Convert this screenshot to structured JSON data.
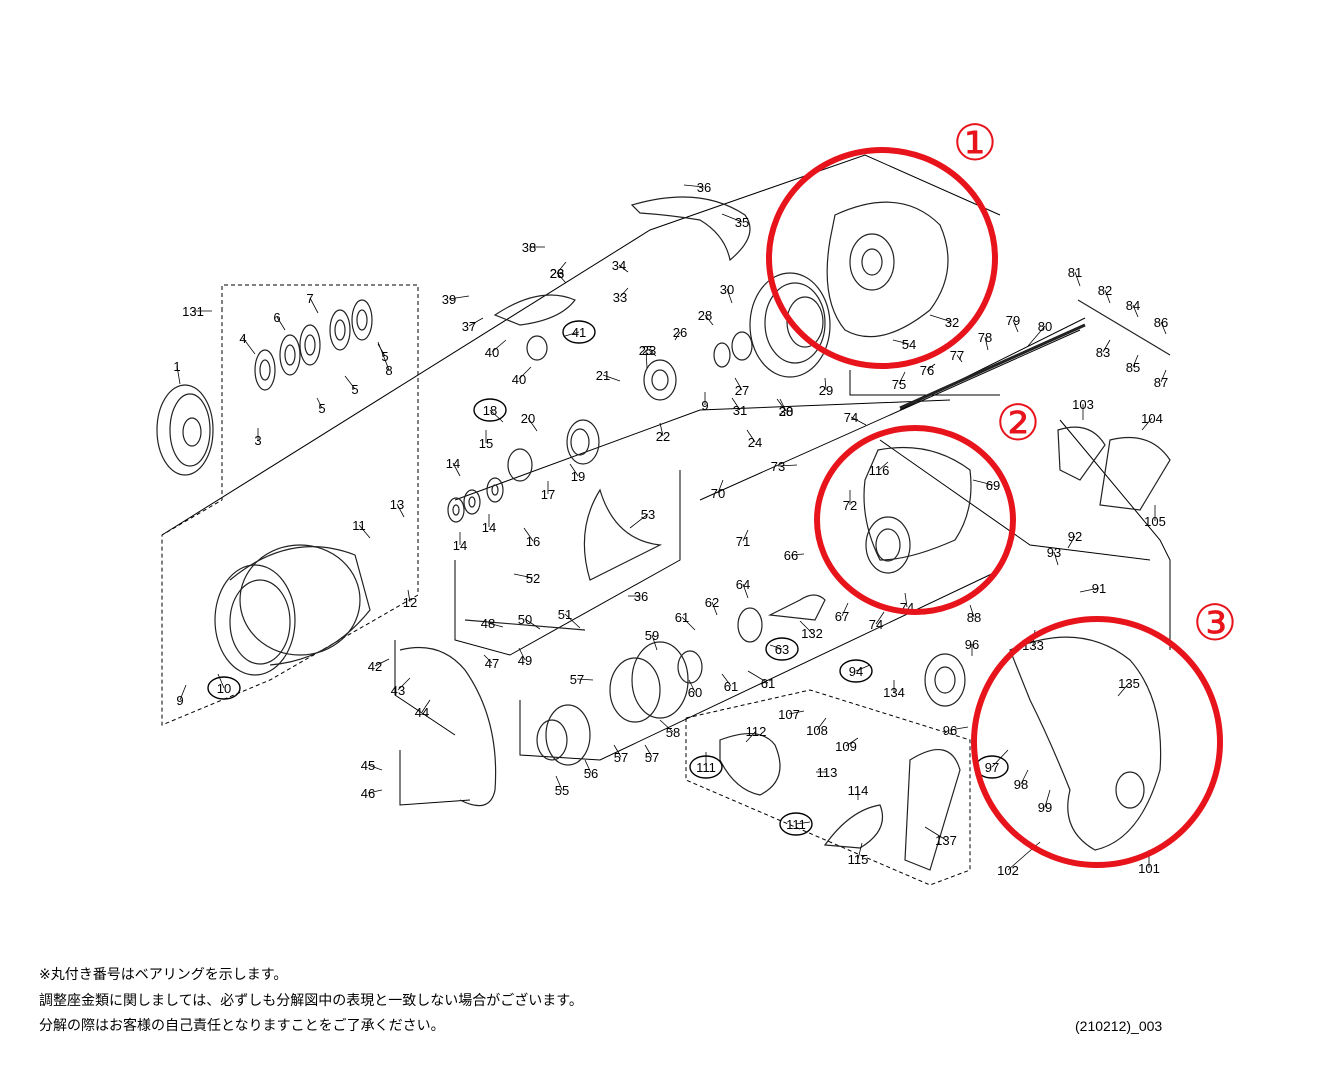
{
  "diagram": {
    "part_numbers": [
      "1",
      "3",
      "4",
      "5",
      "5",
      "5",
      "6",
      "7",
      "8",
      "9",
      "9",
      "10",
      "11",
      "12",
      "13",
      "14",
      "14",
      "14",
      "15",
      "16",
      "17",
      "18",
      "19",
      "20",
      "21",
      "22",
      "23",
      "23",
      "24",
      "25",
      "26",
      "26",
      "27",
      "28",
      "28",
      "29",
      "30",
      "30",
      "31",
      "32",
      "33",
      "34",
      "35",
      "36",
      "36",
      "37",
      "38",
      "39",
      "40",
      "40",
      "41",
      "42",
      "43",
      "44",
      "45",
      "46",
      "47",
      "48",
      "49",
      "50",
      "51",
      "52",
      "53",
      "54",
      "55",
      "56",
      "57",
      "57",
      "57",
      "58",
      "59",
      "60",
      "61",
      "61",
      "61",
      "62",
      "63",
      "64",
      "66",
      "67",
      "69",
      "70",
      "71",
      "72",
      "73",
      "74",
      "74",
      "74",
      "75",
      "76",
      "77",
      "78",
      "79",
      "80",
      "81",
      "82",
      "83",
      "84",
      "85",
      "86",
      "87",
      "88",
      "91",
      "92",
      "93",
      "94",
      "96",
      "96",
      "97",
      "98",
      "99",
      "101",
      "102",
      "103",
      "104",
      "105",
      "107",
      "108",
      "109",
      "111",
      "111",
      "112",
      "113",
      "114",
      "115",
      "116",
      "131",
      "132",
      "133",
      "134",
      "135",
      "137"
    ],
    "bearing_numbers": [
      "10",
      "18",
      "41",
      "63",
      "94",
      "97",
      "111"
    ],
    "highlight_markers": [
      {
        "label": "①",
        "color": "#e8141c"
      },
      {
        "label": "②",
        "color": "#e8141c"
      },
      {
        "label": "③",
        "color": "#e8141c"
      }
    ]
  },
  "footer": {
    "note_line_1": "※丸付き番号はベアリングを示します。",
    "note_line_2": "調整座金類に関しましては、必ずしも分解図中の表現と一致しない場合がございます。",
    "note_line_3": "分解の際はお客様の自己責任となりますことをご了承ください。",
    "doc_code": "(210212)_003"
  }
}
